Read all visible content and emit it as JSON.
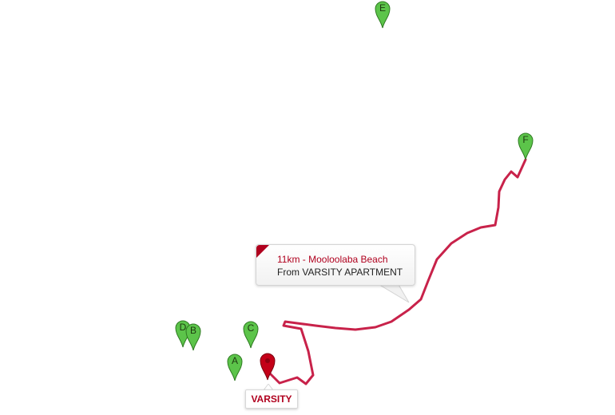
{
  "map": {
    "route_color": "#c8224a",
    "pin_color": "#5cc44a",
    "origin_color": "#c40018"
  },
  "markers": [
    {
      "letter": "A",
      "name": "marker-a"
    },
    {
      "letter": "B",
      "name": "marker-b"
    },
    {
      "letter": "C",
      "name": "marker-c"
    },
    {
      "letter": "D",
      "name": "marker-d"
    },
    {
      "letter": "E",
      "name": "marker-e"
    },
    {
      "letter": "F",
      "name": "marker-f"
    }
  ],
  "callout": {
    "title": "11km - Mooloolaba Beach",
    "subtitle": "From VARSITY APARTMENT"
  },
  "origin": {
    "label": "VARSITY"
  }
}
